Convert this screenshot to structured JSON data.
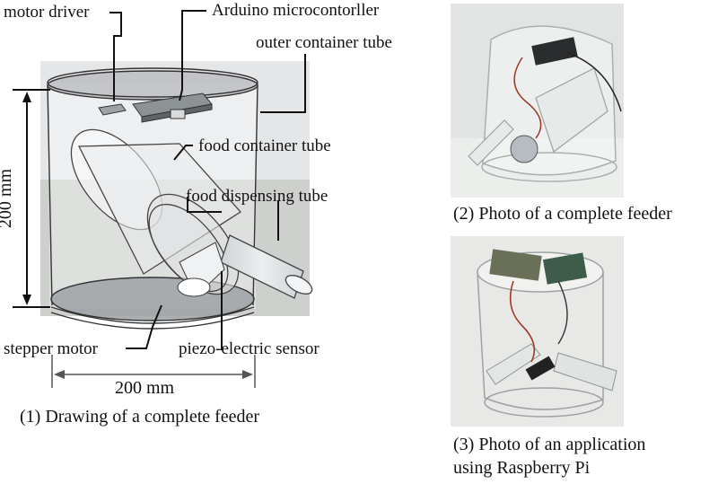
{
  "labels": {
    "motor_driver": "motor driver",
    "arduino": "Arduino microcontorller",
    "outer_tube": "outer container tube",
    "food_container": "food container tube",
    "food_dispensing": "food dispensing tube",
    "stepper_motor": "stepper motor",
    "piezo_sensor": "piezo-electric sensor",
    "height_dim": "200 mm",
    "width_dim": "200 mm"
  },
  "captions": {
    "drawing": "(1) Drawing of a complete feeder",
    "photo2": "(2) Photo of a complete feeder",
    "photo3_line1": "(3) Photo of an application",
    "photo3_line2": "using Raspberry Pi"
  }
}
